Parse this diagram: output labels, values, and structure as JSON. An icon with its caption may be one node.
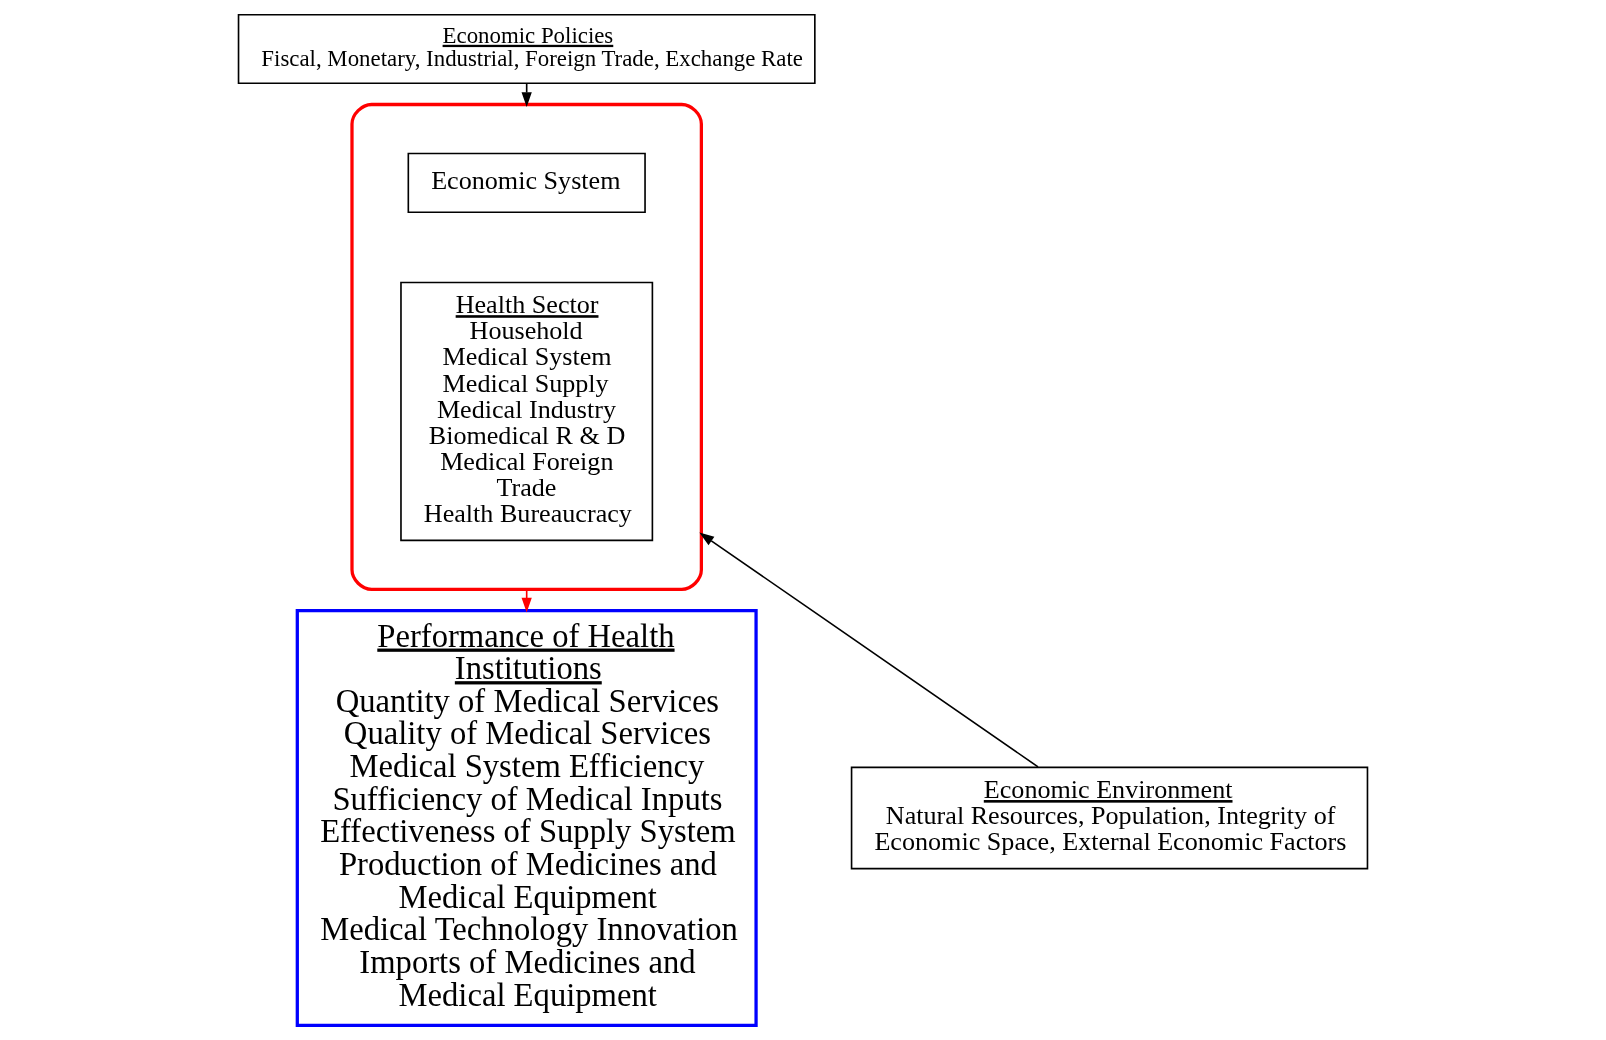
{
  "diagram": {
    "nodes": [
      {
        "text": [
          "Economic Policies",
          "Fiscal, Monetary, Industrial, Foreign Trade, Exchange Rate"
        ]
      },
      {
        "text": [],
        "shape": "ellipse"
      },
      {
        "text": [
          "Economic System"
        ],
        "in": 1
      },
      {
        "text": [
          "Health Sector",
          "Household",
          "Medical System",
          "Medical Supply",
          "Medical Industry",
          "Biomedical R & D",
          "Medical Foreign Trade",
          "Health Bureaucracy"
        ],
        "in": 1
      },
      {
        "text": [
          "Economic Environment",
          "Natural Resources, Population, Integrity of Economic Space, External Economic Factors"
        ]
      },
      {
        "text": [
          "Performance of Health Institutions",
          "Quantity of Medical Services",
          "Quality of Medical Services",
          "Medical System Efficiency",
          "Sufficiency of Medical Inputs",
          "Effectiveness of Supply System",
          "Production of Medicines and Medical Equipment",
          "Medical Technology Innovation",
          "Imports of Medicines and Medical Equipment"
        ]
      }
    ],
    "edges": [
      {
        "from": 0,
        "to": 1,
        "arrow": "to"
      },
      {
        "from": 4,
        "to": 1,
        "arrow": "to"
      },
      {
        "from": 1,
        "to": 5,
        "arrow": "to",
        "color": "#ff0000"
      }
    ]
  }
}
